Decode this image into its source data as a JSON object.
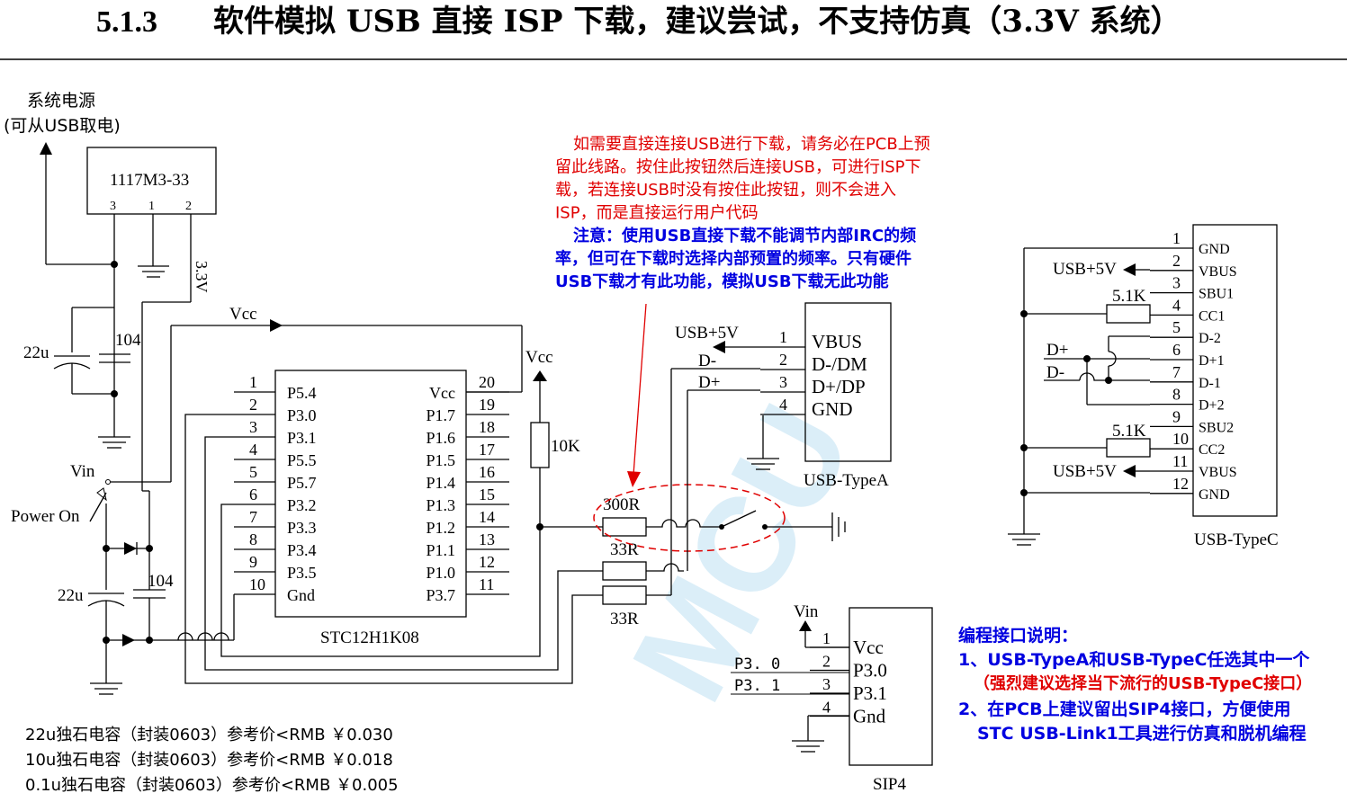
{
  "title": {
    "number": "5.1.3",
    "text": "软件模拟 USB 直接 ISP 下载，建议尝试，不支持仿真（3.3V 系统）"
  },
  "power": {
    "label_line1": "系统电源",
    "label_line2": "(可从USB取电)",
    "regulator": "1117M3-33",
    "pin3": "3",
    "pin1": "1",
    "pin2": "2",
    "rail": "3.3V",
    "cap_big": "22u",
    "cap_small": "104",
    "vcc": "Vcc",
    "vin": "Vin",
    "power_on": "Power On",
    "cap_big2": "22u",
    "cap_small2": "104"
  },
  "mcu": {
    "name": "STC12H1K08",
    "left_pins": [
      {
        "num": "1",
        "name": "P5.4"
      },
      {
        "num": "2",
        "name": "P3.0"
      },
      {
        "num": "3",
        "name": "P3.1"
      },
      {
        "num": "4",
        "name": "P5.5"
      },
      {
        "num": "5",
        "name": "P5.7"
      },
      {
        "num": "6",
        "name": "P3.2"
      },
      {
        "num": "7",
        "name": "P3.3"
      },
      {
        "num": "8",
        "name": "P3.4"
      },
      {
        "num": "9",
        "name": "P3.5"
      },
      {
        "num": "10",
        "name": "Gnd"
      }
    ],
    "right_pins": [
      {
        "num": "20",
        "name": "Vcc"
      },
      {
        "num": "19",
        "name": "P1.7"
      },
      {
        "num": "18",
        "name": "P1.6"
      },
      {
        "num": "17",
        "name": "P1.5"
      },
      {
        "num": "16",
        "name": "P1.4"
      },
      {
        "num": "15",
        "name": "P1.3"
      },
      {
        "num": "14",
        "name": "P1.2"
      },
      {
        "num": "13",
        "name": "P1.1"
      },
      {
        "num": "12",
        "name": "P1.0"
      },
      {
        "num": "11",
        "name": "P3.7"
      }
    ]
  },
  "isp": {
    "vcc": "Vcc",
    "pullup": "10K",
    "r300": "300R",
    "r33a": "33R",
    "r33b": "33R"
  },
  "usb_a": {
    "name": "USB-TypeA",
    "usb5v": "USB+5V",
    "dminus": "D-",
    "dplus": "D+",
    "pins": [
      {
        "num": "1",
        "name": "VBUS"
      },
      {
        "num": "2",
        "name": "D-/DM"
      },
      {
        "num": "3",
        "name": "D+/DP"
      },
      {
        "num": "4",
        "name": "GND"
      }
    ]
  },
  "usb_c": {
    "name": "USB-TypeC",
    "usb5v_top": "USB+5V",
    "usb5v_bottom": "USB+5V",
    "r_top": "5.1K",
    "r_bottom": "5.1K",
    "dplus": "D+",
    "dminus": "D-",
    "pins": [
      {
        "num": "1",
        "name": "GND"
      },
      {
        "num": "2",
        "name": "VBUS"
      },
      {
        "num": "3",
        "name": "SBU1"
      },
      {
        "num": "4",
        "name": "CC1"
      },
      {
        "num": "5",
        "name": "D-2"
      },
      {
        "num": "6",
        "name": "D+1"
      },
      {
        "num": "7",
        "name": "D-1"
      },
      {
        "num": "8",
        "name": "D+2"
      },
      {
        "num": "9",
        "name": "SBU2"
      },
      {
        "num": "10",
        "name": "CC2"
      },
      {
        "num": "11",
        "name": "VBUS"
      },
      {
        "num": "12",
        "name": "GND"
      }
    ]
  },
  "sip4": {
    "name": "SIP4",
    "vin": "Vin",
    "net_p30": "P3. 0",
    "net_p31": "P3. 1",
    "pins": [
      {
        "num": "1",
        "name": "Vcc"
      },
      {
        "num": "2",
        "name": "P3.0"
      },
      {
        "num": "3",
        "name": "P3.1"
      },
      {
        "num": "4",
        "name": "Gnd"
      }
    ]
  },
  "notes": {
    "red_lines": [
      "如需要直接连接USB进行下载，请务必在PCB上预",
      "留此线路。按住此按钮然后连接USB，可进行ISP下",
      "载，若连接USB时没有按住此按钮，则不会进入",
      "ISP，而是直接运行用户代码"
    ],
    "blue_lines": [
      "注意：使用USB直接下载不能调节内部IRC的频",
      "率，但可在下载时选择内部预置的频率。只有硬件",
      "USB下载才有此功能，模拟USB下载无此功能"
    ],
    "prog_title": "编程接口说明：",
    "prog_1": "1、USB-TypeA和USB-TypeC任选其中一个",
    "prog_1_red": "（强烈建议选择当下流行的USB-TypeC接口）",
    "prog_2": "2、在PCB上建议留出SIP4接口，方便使用",
    "prog_2b": "STC USB-Link1工具进行仿真和脱机编程"
  },
  "prices": [
    "22u独石电容（封装0603）参考价<RMB ￥0.030",
    "10u独石电容（封装0603）参考价<RMB ￥0.018",
    "0.1u独石电容（封装0603）参考价<RMB ￥0.005"
  ],
  "watermark": "MCU"
}
